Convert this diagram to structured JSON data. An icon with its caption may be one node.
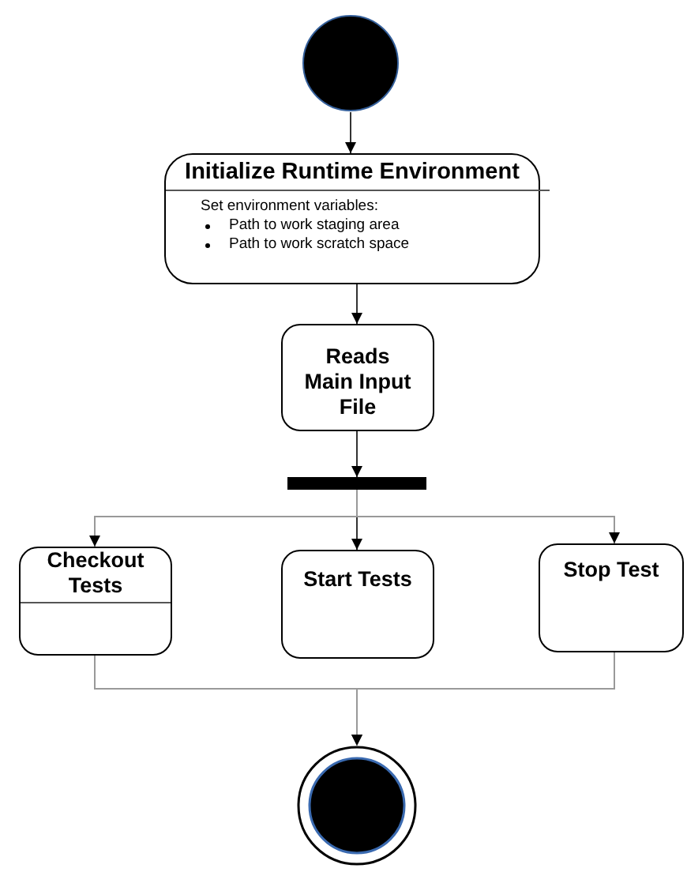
{
  "diagram": {
    "nodes": [
      {
        "text": [],
        "shape": "circle"
      },
      {
        "text": [
          "Initialize Runtime Environment",
          "Set environment variables:",
          "Path to work staging area",
          "Path to work scratch space"
        ]
      },
      {
        "text": [
          "Reads Main Input File"
        ]
      },
      {
        "text": [],
        "shape": "bar"
      },
      {
        "text": [
          "Checkout Tests"
        ]
      },
      {
        "text": [
          "Start Tests"
        ]
      },
      {
        "text": [
          "Stop Test"
        ]
      },
      {
        "text": [],
        "shape": "circle"
      }
    ],
    "edges": [
      {
        "from": 0,
        "to": 1,
        "arrow": "to"
      },
      {
        "from": 1,
        "to": 2,
        "arrow": "to"
      },
      {
        "from": 2,
        "to": 3,
        "arrow": "to"
      },
      {
        "from": 3,
        "to": 4,
        "arrow": "to",
        "color": "#999999"
      },
      {
        "from": 3,
        "to": 5,
        "arrow": "to"
      },
      {
        "from": 3,
        "to": 6,
        "arrow": "to",
        "color": "#999999"
      },
      {
        "from": 4,
        "to": 7,
        "arrow": "to",
        "color": "#999999"
      },
      {
        "from": 6,
        "to": 7,
        "arrow": "to",
        "color": "#999999"
      }
    ]
  }
}
